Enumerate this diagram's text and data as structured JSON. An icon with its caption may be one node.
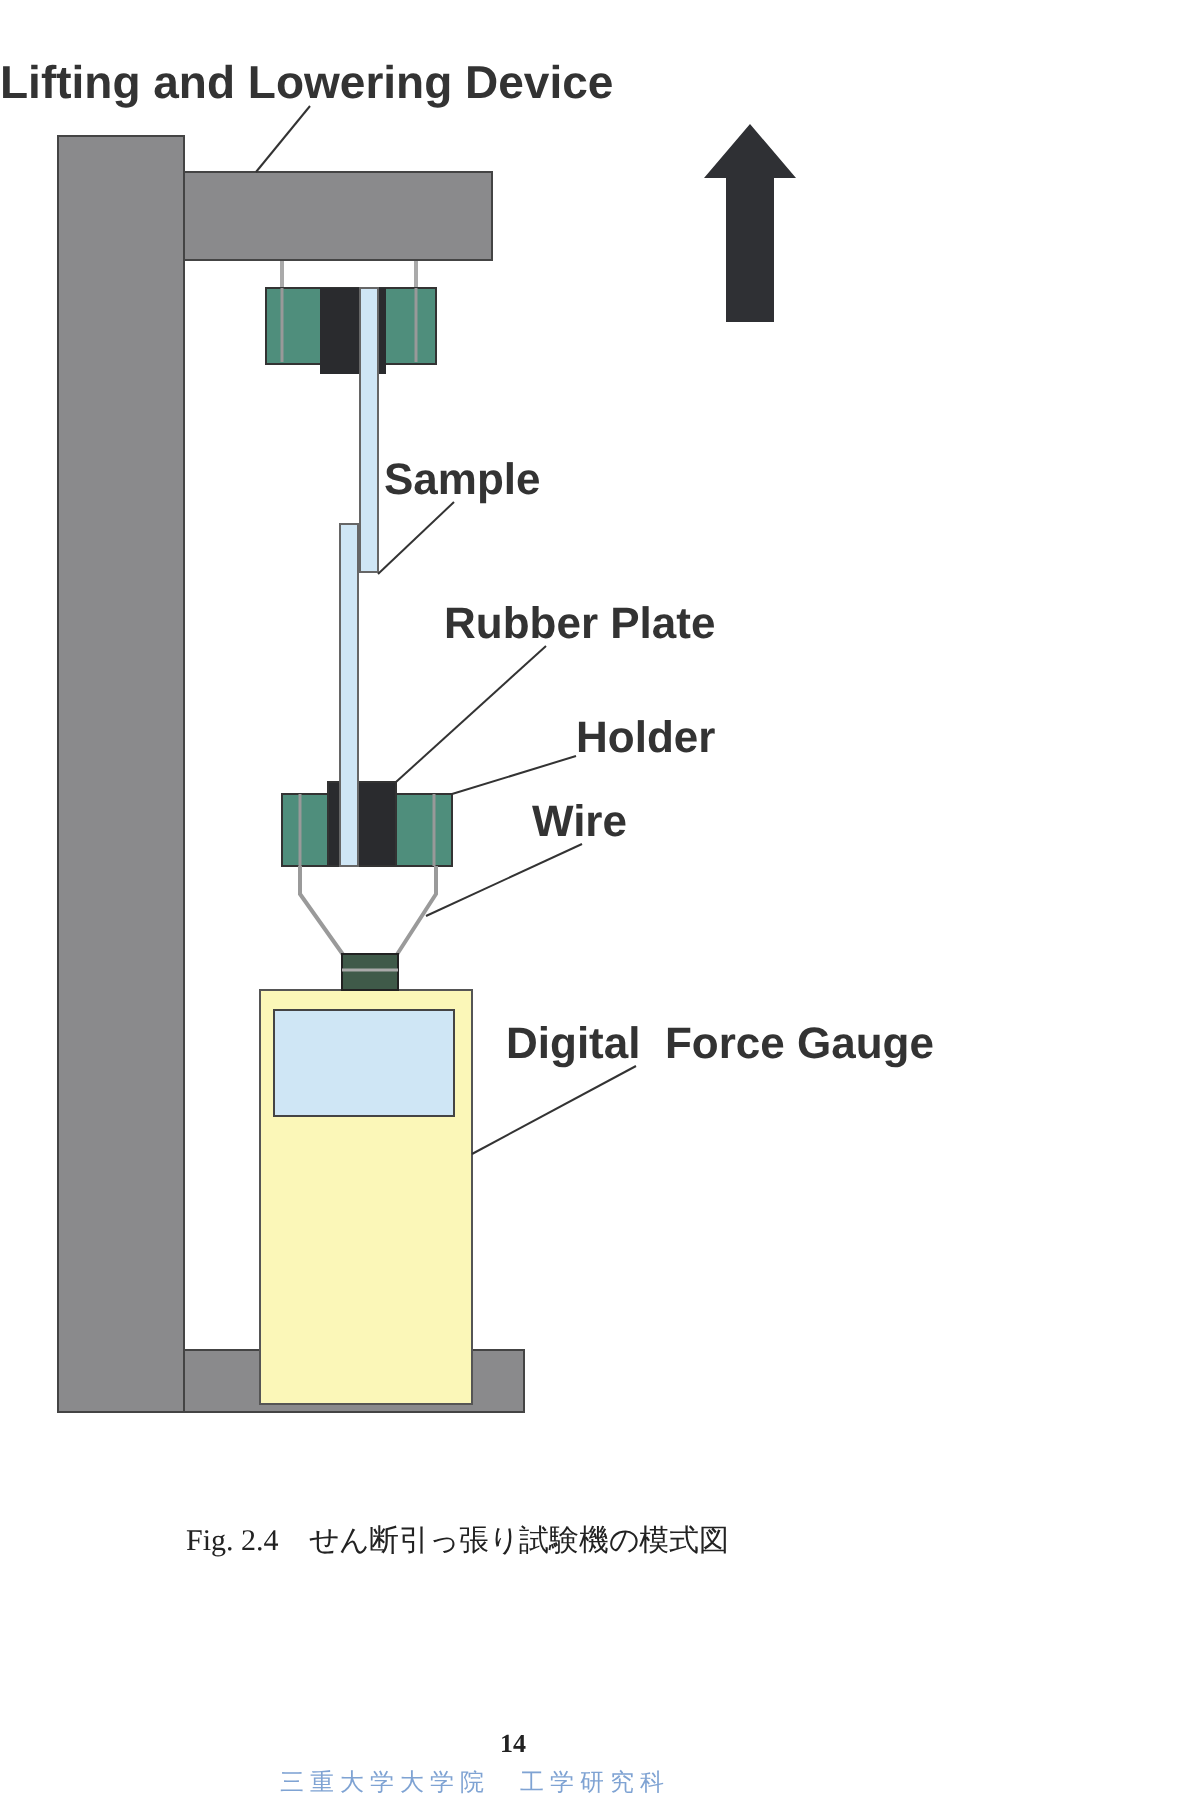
{
  "diagram": {
    "caption": "Fig. 2.4　せん断引っ張り試験機の模式図",
    "nodes": [
      {
        "text": [
          "Lifting and Lowering Device"
        ]
      },
      {
        "text": [],
        "shape": "bar"
      },
      {
        "text": [
          "Sample"
        ]
      },
      {
        "text": [],
        "shape": "bar"
      },
      {
        "text": [
          "Rubber Plate"
        ]
      },
      {
        "text": [],
        "shape": "box"
      },
      {
        "text": [
          "Holder"
        ]
      },
      {
        "text": [],
        "shape": "box"
      },
      {
        "text": [
          "Wire"
        ]
      },
      {
        "text": [],
        "shape": "wire"
      },
      {
        "text": [
          "Digital  Force Gauge"
        ]
      },
      {
        "text": [],
        "shape": "box"
      },
      {
        "text": [],
        "shape": "box"
      }
    ],
    "edges": [
      {
        "from": 0,
        "to": 1,
        "arrow": "none"
      },
      {
        "from": 2,
        "to": 3,
        "arrow": "none"
      },
      {
        "from": 4,
        "to": 5,
        "arrow": "none"
      },
      {
        "from": 6,
        "to": 7,
        "arrow": "none"
      },
      {
        "from": 8,
        "to": 9,
        "arrow": "none"
      },
      {
        "from": 10,
        "to": 11,
        "arrow": "none"
      }
    ],
    "labels": [
      "14",
      "三重大学大学院　工学研究科"
    ]
  }
}
